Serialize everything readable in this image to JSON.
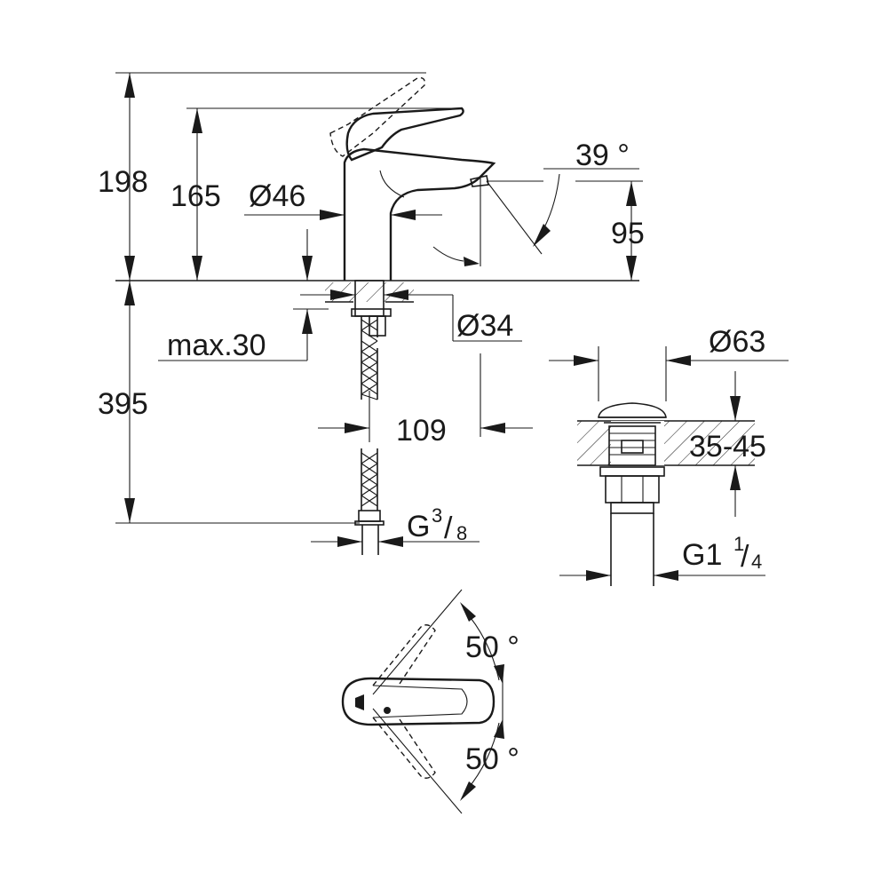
{
  "dimensions": {
    "total_height": "198",
    "spout_height": "165",
    "body_diameter": "Ø46",
    "angle_tilt": "39 °",
    "spout_rise": "95",
    "max_thickness": "max.30",
    "hole_diameter": "Ø34",
    "below_length": "395",
    "spout_reach": "109",
    "hose_thread_main": "G",
    "hose_thread_num": "3",
    "hose_thread_den": "8",
    "waste_diameter": "Ø63",
    "basin_thickness": "35-45",
    "waste_thread_main": "G1",
    "waste_thread_num": "1",
    "waste_thread_den": "4",
    "rotation_left": "50 °",
    "rotation_right": "50 °"
  }
}
